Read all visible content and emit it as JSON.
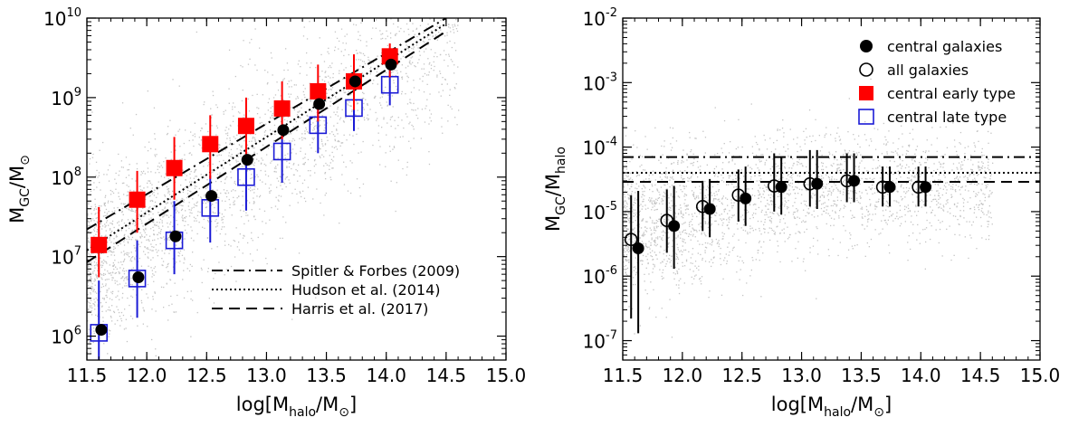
{
  "chart_data": [
    {
      "type": "scatter",
      "x_scale": "linear",
      "y_scale": "log",
      "xlim": [
        11.5,
        15.0
      ],
      "ylim": [
        500000,
        10000000000
      ],
      "x_ticks": [
        "11.5",
        "12.0",
        "12.5",
        "13.0",
        "13.5",
        "14.0",
        "14.5",
        "15.0"
      ],
      "y_ticks": [
        {
          "base": "10",
          "exp": "6",
          "value": 1000000
        },
        {
          "base": "10",
          "exp": "7",
          "value": 10000000
        },
        {
          "base": "10",
          "exp": "8",
          "value": 100000000
        },
        {
          "base": "10",
          "exp": "9",
          "value": 1000000000
        },
        {
          "base": "10",
          "exp": "10",
          "value": 10000000000
        }
      ],
      "xlabel": {
        "pre": "log[M",
        "sub1": "halo",
        "mid": "/M",
        "sub2": "⊙",
        "post": "]"
      },
      "ylabel": {
        "pre": "M",
        "sub1": "GC",
        "mid": "/M",
        "sub2": "⊙"
      },
      "background": "grey simulated galaxy cloud",
      "reference_lines": [
        {
          "name": "Spitler & Forbes (2009)",
          "style": "dash-dot",
          "points": [
            [
              11.5,
              22000000
            ],
            [
              14.5,
              10000000000
            ]
          ]
        },
        {
          "name": "Hudson et al. (2014)",
          "style": "dotted",
          "points": [
            [
              11.5,
              12000000
            ],
            [
              14.5,
              8500000000
            ]
          ]
        },
        {
          "name": "Harris et al. (2017)",
          "style": "dashed",
          "points": [
            [
              11.5,
              8500000
            ],
            [
              14.5,
              6800000000
            ]
          ]
        }
      ],
      "series": [
        {
          "name": "central galaxies",
          "marker": "filled-circle",
          "color": "#000000",
          "x": [
            11.62,
            11.93,
            12.24,
            12.54,
            12.84,
            13.14,
            13.44,
            13.74,
            14.04
          ],
          "y": [
            1200000,
            5500000,
            18000000,
            58000000,
            165000000,
            390000000,
            830000000,
            1600000000,
            2600000000
          ]
        },
        {
          "name": "central early type",
          "marker": "filled-square",
          "color": "#ff0000",
          "x": [
            11.6,
            11.92,
            12.23,
            12.53,
            12.83,
            13.13,
            13.43,
            13.73,
            14.03
          ],
          "y": [
            14000000,
            52000000,
            130000000,
            260000000,
            440000000,
            730000000,
            1200000000,
            1600000000,
            3300000000
          ],
          "err_low": [
            5500000,
            20000000,
            52000000,
            95000000,
            175000000,
            300000000,
            500000000,
            700000000,
            1800000000
          ],
          "err_high": [
            42000000,
            120000000,
            320000000,
            600000000,
            1000000000,
            1600000000,
            2600000000,
            3500000000,
            4800000000
          ]
        },
        {
          "name": "central late type",
          "marker": "open-square",
          "color": "#1a1ad6",
          "x": [
            11.6,
            11.92,
            12.23,
            12.53,
            12.83,
            13.13,
            13.43,
            13.73,
            14.03
          ],
          "y": [
            1100000,
            5300000,
            16000000,
            41000000,
            100000000,
            210000000,
            450000000,
            740000000,
            1450000000
          ],
          "err_low": [
            500000,
            1700000,
            6000000,
            15000000,
            38000000,
            85000000,
            200000000,
            380000000,
            800000000
          ],
          "err_high": [
            5000000,
            16000000,
            50000000,
            105000000,
            230000000,
            450000000,
            900000000,
            1500000000,
            2600000000
          ]
        }
      ],
      "legend": {
        "position": "bottom-right",
        "entries": [
          {
            "label": "Spitler & Forbes (2009)",
            "style": "dash-dot"
          },
          {
            "label": "Hudson et al. (2014)",
            "style": "dotted"
          },
          {
            "label": "Harris et al. (2017)",
            "style": "dashed"
          }
        ]
      }
    },
    {
      "type": "scatter",
      "x_scale": "linear",
      "y_scale": "log",
      "xlim": [
        11.5,
        15.0
      ],
      "ylim": [
        5e-08,
        0.01
      ],
      "x_ticks": [
        "11.5",
        "12.0",
        "12.5",
        "13.0",
        "13.5",
        "14.0",
        "14.5",
        "15.0"
      ],
      "y_ticks": [
        {
          "base": "10",
          "exp": "-7",
          "value": 1e-07
        },
        {
          "base": "10",
          "exp": "-6",
          "value": 1e-06
        },
        {
          "base": "10",
          "exp": "-5",
          "value": 1e-05
        },
        {
          "base": "10",
          "exp": "-4",
          "value": 0.0001
        },
        {
          "base": "10",
          "exp": "-3",
          "value": 0.001
        },
        {
          "base": "10",
          "exp": "-2",
          "value": 0.01
        }
      ],
      "xlabel": {
        "pre": "log[M",
        "sub1": "halo",
        "mid": "/M",
        "sub2": "⊙",
        "post": "]"
      },
      "ylabel": {
        "pre": "M",
        "sub1": "GC",
        "mid": "/M",
        "sub2": "halo"
      },
      "background": "grey simulated galaxy cloud",
      "reference_lines": [
        {
          "style": "dash-dot",
          "y": 7e-05
        },
        {
          "style": "dotted",
          "y": 4e-05
        },
        {
          "style": "dashed",
          "y": 2.9e-05
        }
      ],
      "series": [
        {
          "name": "central galaxies",
          "marker": "filled-circle",
          "color": "#000000",
          "x": [
            11.63,
            11.93,
            12.23,
            12.53,
            12.83,
            13.13,
            13.44,
            13.74,
            14.04
          ],
          "y": [
            2.7e-06,
            6e-06,
            1.1e-05,
            1.6e-05,
            2.4e-05,
            2.7e-05,
            3e-05,
            2.4e-05,
            2.4e-05
          ],
          "err_low": [
            1.3e-07,
            1.3e-06,
            4e-06,
            6e-06,
            9e-06,
            1.1e-05,
            1.4e-05,
            1.2e-05,
            1.2e-05
          ],
          "err_high": [
            2.1e-05,
            2.5e-05,
            3.2e-05,
            5e-05,
            7e-05,
            9e-05,
            8e-05,
            5e-05,
            5e-05
          ]
        },
        {
          "name": "all galaxies",
          "marker": "open-circle",
          "color": "#000000",
          "x": [
            11.57,
            11.87,
            12.17,
            12.47,
            12.77,
            13.07,
            13.38,
            13.68,
            13.98
          ],
          "y": [
            3.7e-06,
            7.3e-06,
            1.2e-05,
            1.8e-05,
            2.5e-05,
            2.7e-05,
            3e-05,
            2.4e-05,
            2.4e-05
          ],
          "err_low": [
            2.2e-07,
            2.3e-06,
            5e-06,
            7e-06,
            1e-05,
            1.2e-05,
            1.4e-05,
            1.2e-05,
            1.2e-05
          ],
          "err_high": [
            1.8e-05,
            2.2e-05,
            3e-05,
            4.5e-05,
            8e-05,
            9e-05,
            8e-05,
            5e-05,
            5e-05
          ]
        }
      ],
      "legend": {
        "position": "top-right",
        "entries": [
          {
            "label": "central galaxies",
            "marker": "filled-circle",
            "color": "#000000"
          },
          {
            "label": "all galaxies",
            "marker": "open-circle",
            "color": "#000000"
          },
          {
            "label": "central early type",
            "marker": "filled-square",
            "color": "#ff0000"
          },
          {
            "label": "central late type",
            "marker": "open-square",
            "color": "#1a1ad6"
          }
        ]
      }
    }
  ]
}
